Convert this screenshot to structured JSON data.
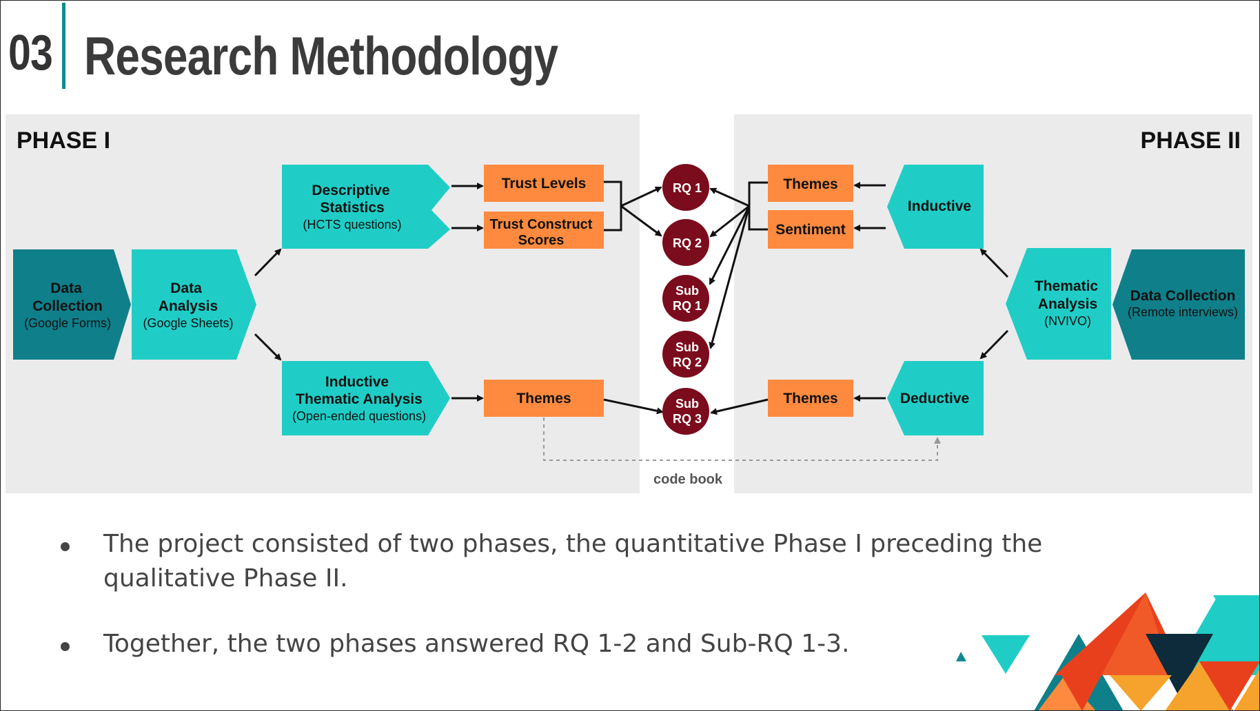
{
  "header": {
    "section_number": "03",
    "title": "Research Methodology"
  },
  "colors": {
    "teal_dark": "#0f7f8a",
    "teal_light": "#20cdc6",
    "orange": "#fd8a3f",
    "maroon": "#7b0c1d",
    "panel_gray": "#ebebeb",
    "accent_red": "#e8401c"
  },
  "diagram": {
    "phase1_label": "PHASE I",
    "phase2_label": "PHASE II",
    "p1_data_collection": {
      "line1": "Data",
      "line2": "Collection",
      "sub": "(Google Forms)"
    },
    "p1_data_analysis": {
      "line1": "Data",
      "line2": "Analysis",
      "sub": "(Google Sheets)"
    },
    "p1_descriptive": {
      "line1": "Descriptive",
      "line2": "Statistics",
      "sub": "(HCTS questions)"
    },
    "p1_inductive": {
      "line1": "Inductive",
      "line2": "Thematic Analysis",
      "sub": "(Open-ended questions)"
    },
    "p1_trust_levels": "Trust Levels",
    "p1_trust_construct": {
      "line1": "Trust Construct",
      "line2": "Scores"
    },
    "p1_themes": "Themes",
    "rq1": "RQ 1",
    "rq2": "RQ 2",
    "subrq1": {
      "line1": "Sub",
      "line2": "RQ 1"
    },
    "subrq2": {
      "line1": "Sub",
      "line2": "RQ 2"
    },
    "subrq3": {
      "line1": "Sub",
      "line2": "RQ 3"
    },
    "p2_themes_top": "Themes",
    "p2_sentiment": "Sentiment",
    "p2_themes_bottom": "Themes",
    "p2_inductive": "Inductive",
    "p2_deductive": "Deductive",
    "p2_thematic": {
      "line1": "Thematic",
      "line2": "Analysis",
      "sub": "(NVIVO)"
    },
    "p2_data_collection": {
      "line1": "Data Collection",
      "sub": "(Remote interviews)"
    },
    "code_book": "code book"
  },
  "bullets": [
    {
      "line1": "The project consisted of two phases, the quantitative Phase I preceding the",
      "line2": "qualitative Phase II."
    },
    {
      "line1": "Together, the two phases answered RQ 1-2 and Sub-RQ 1-3.",
      "line2": ""
    }
  ]
}
